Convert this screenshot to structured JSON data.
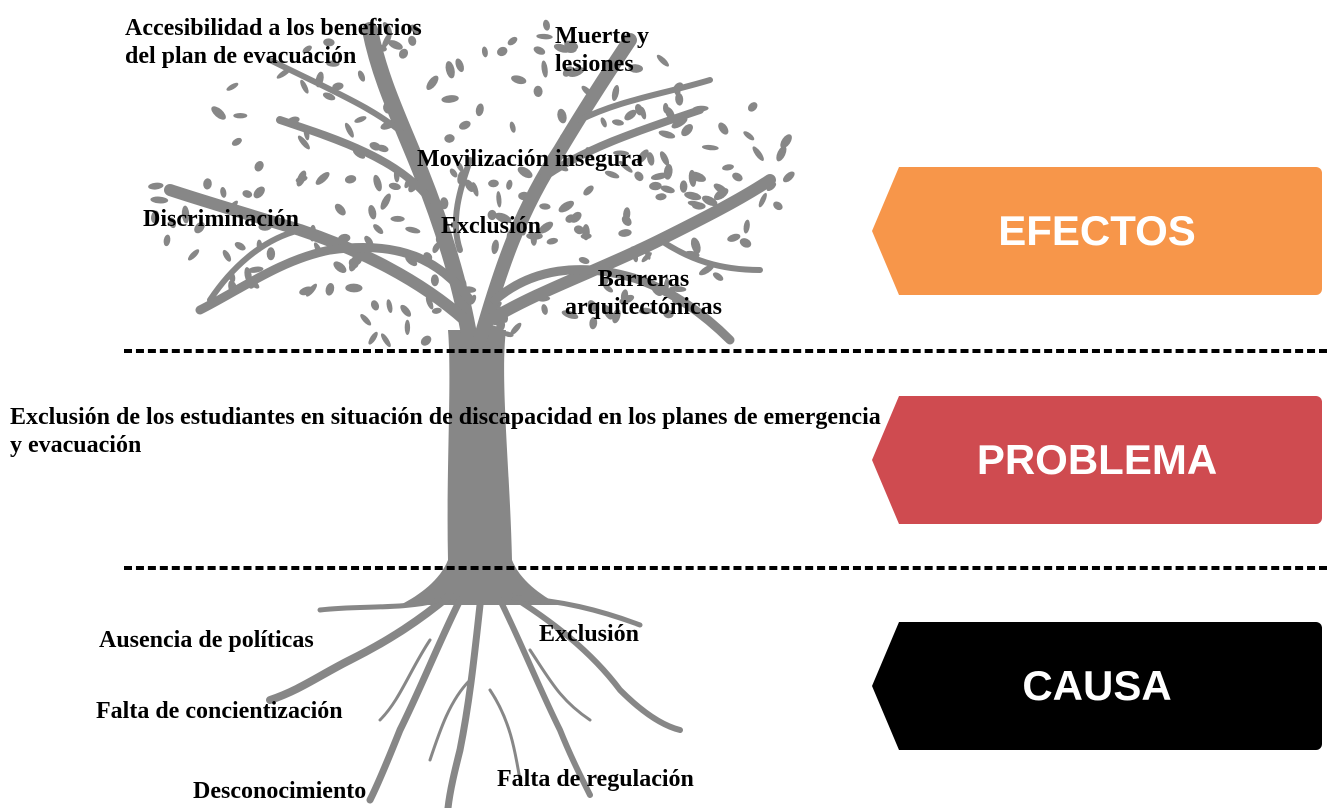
{
  "effects": {
    "tag": "EFECTOS",
    "color": "#f7964a",
    "items": [
      "Accesibilidad a los beneficios del plan de evacuación",
      "Muerte y lesiones",
      "Movilización insegura",
      "Discriminación",
      "Exclusión",
      "Barreras arquitectónicas"
    ]
  },
  "problem": {
    "tag": "PROBLEMA",
    "color": "#cf4b50",
    "text": "Exclusión de los estudiantes en situación de discapacidad en los planes de emergencia y evacuación"
  },
  "causes": {
    "tag": "CAUSA",
    "color": "#000000",
    "items": [
      "Ausencia de políticas",
      "Exclusión",
      "Falta de concientización",
      "Falta de regulación",
      "Desconocimiento"
    ]
  },
  "tree_color": "#878787"
}
